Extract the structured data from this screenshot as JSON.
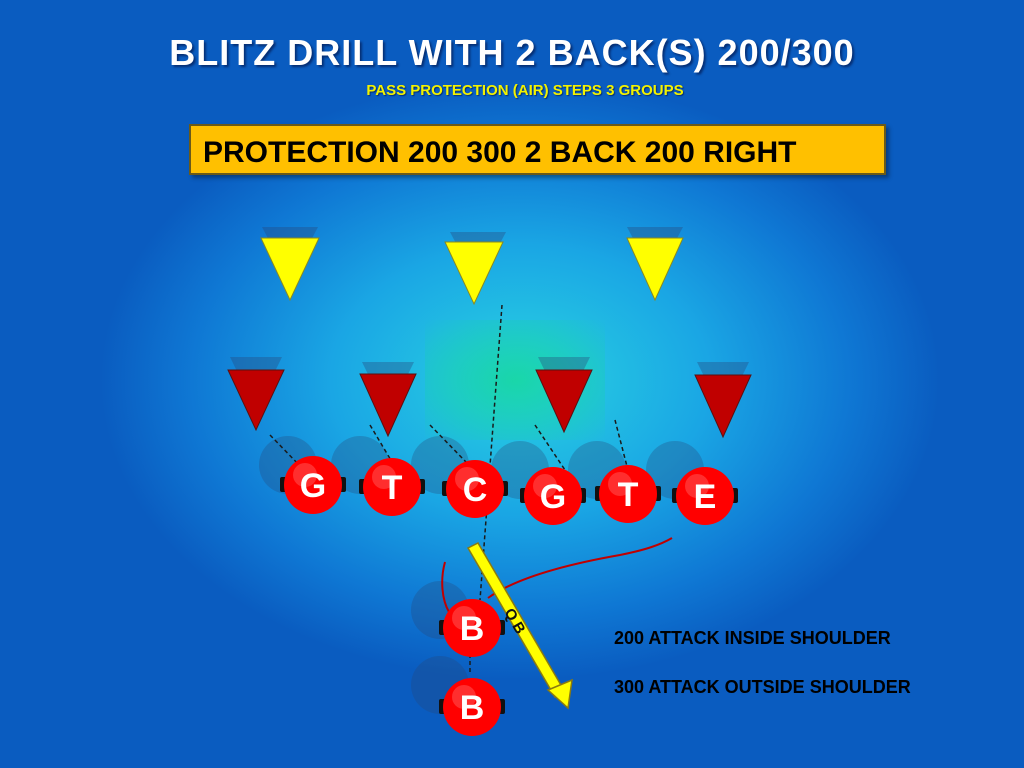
{
  "title": "BLITZ DRILL WITH 2 BACK(S) 200/300",
  "subtitle": "PASS PROTECTION (AIR) STEPS 3 GROUPS",
  "banner": "PROTECTION 200 300 2 BACK  200 RIGHT",
  "colors": {
    "linebacker_triangle": "#ffff00",
    "lineman_triangle": "#c00000",
    "player_circle": "#ff0000",
    "banner_bg": "#ffc000",
    "arrow": "#ffff00",
    "path_line": "#c00000"
  },
  "defense": {
    "linebackers": [
      {
        "label": ""
      },
      {
        "label": ""
      },
      {
        "label": ""
      }
    ],
    "linemen": [
      {
        "label": ""
      },
      {
        "label": ""
      },
      {
        "label": ""
      },
      {
        "label": ""
      }
    ]
  },
  "offense": {
    "line": [
      {
        "label": "G"
      },
      {
        "label": "T"
      },
      {
        "label": "C"
      },
      {
        "label": "G"
      },
      {
        "label": "T"
      },
      {
        "label": "E"
      }
    ],
    "backs": [
      {
        "label": "B"
      },
      {
        "label": "B"
      }
    ]
  },
  "qb_label": "QB",
  "notes": [
    "200 ATTACK INSIDE SHOULDER",
    "300 ATTACK OUTSIDE SHOULDER"
  ]
}
